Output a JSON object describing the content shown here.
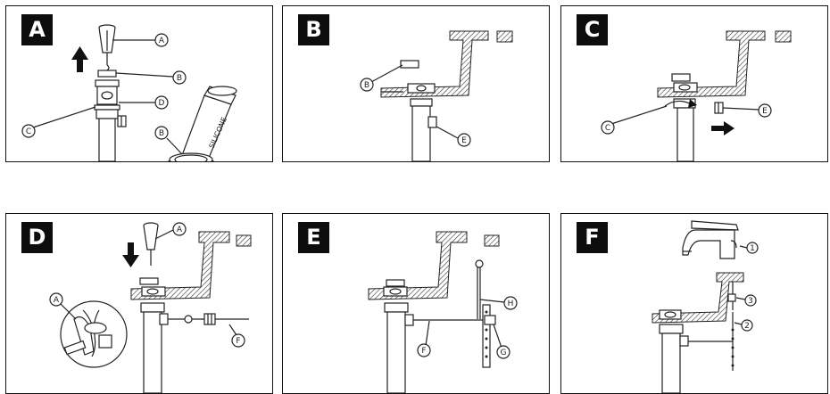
{
  "panels": [
    {
      "step": "A",
      "callouts": [
        "A",
        "B",
        "D",
        "C",
        "B"
      ],
      "tube_text": "SILICONE"
    },
    {
      "step": "B",
      "callouts": [
        "B",
        "E"
      ]
    },
    {
      "step": "C",
      "callouts": [
        "C",
        "E"
      ]
    },
    {
      "step": "D",
      "callouts": [
        "A",
        "A",
        "F"
      ]
    },
    {
      "step": "E",
      "callouts": [
        "H",
        "F",
        "G"
      ]
    },
    {
      "step": "F",
      "callouts": [
        "1",
        "3",
        "2"
      ]
    }
  ]
}
